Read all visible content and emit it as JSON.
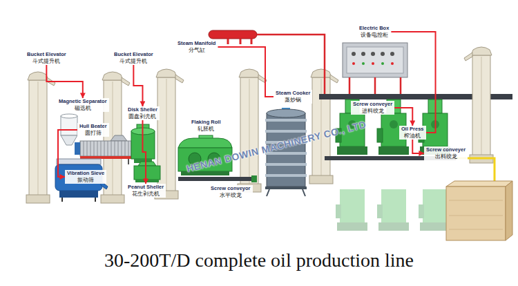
{
  "diagram": {
    "caption": "30-200T/D complete oil production line",
    "nodes": [
      {
        "text": [
          "Bucket Elevator",
          "斗式提升机"
        ]
      },
      {
        "text": [
          "Magnetic Separator",
          "磁选机"
        ]
      },
      {
        "text": [
          "Hull Beater",
          "圆打筛"
        ]
      },
      {
        "text": [
          "Vibration Sieve",
          "振动筛"
        ]
      },
      {
        "text": [
          "Bucket Elevator",
          "斗式提升机"
        ]
      },
      {
        "text": [
          "Disk Sheller",
          "圆盘剥壳机"
        ]
      },
      {
        "text": [
          "Peanut Sheller",
          "花生剥壳机"
        ]
      },
      {
        "text": [
          "Flaking Roll",
          "轧胚机"
        ]
      },
      {
        "text": [
          "Screw conveyor",
          "水平绞龙"
        ]
      },
      {
        "text": [
          "Steam Manifold",
          "分气缸"
        ]
      },
      {
        "text": [
          "Steam Cooker",
          "蒸炒锅"
        ]
      },
      {
        "text": [
          "Electric Box",
          "设备电控柜"
        ]
      },
      {
        "text": [
          "Screw conveyer",
          "进料绞龙"
        ]
      },
      {
        "text": [
          "Oil Press",
          "榨油机"
        ]
      },
      {
        "text": [
          "Screw conveyer",
          "出料绞龙"
        ]
      }
    ],
    "edges": [
      {
        "from": 0,
        "to": 1,
        "arrow": "to"
      },
      {
        "from": 2,
        "to": 3,
        "arrow": "to"
      },
      {
        "from": 4,
        "to": 5,
        "arrow": "to"
      },
      {
        "from": 5,
        "to": 6,
        "arrow": "to"
      },
      {
        "from": 9,
        "to": 10,
        "arrow": "none"
      },
      {
        "from": 11,
        "to": 13,
        "arrow": "none"
      },
      {
        "from": 12,
        "to": 13,
        "arrow": "to"
      },
      {
        "from": 13,
        "to": 14,
        "arrow": "to"
      }
    ],
    "labels": [
      "HENAN DOWIN MACHINERY CO., LTD"
    ]
  }
}
